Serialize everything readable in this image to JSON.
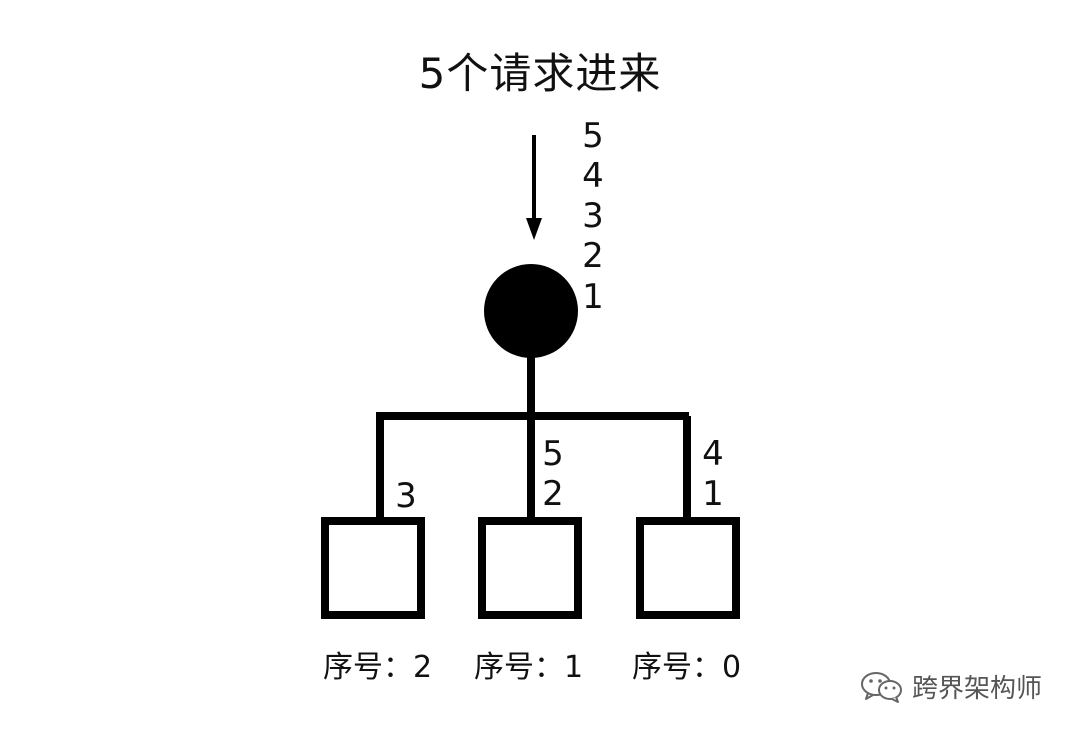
{
  "title": "5个请求进来",
  "incoming_requests": [
    "5",
    "4",
    "3",
    "2",
    "1"
  ],
  "servers": [
    {
      "label": "序号：2",
      "assigned": [
        "3"
      ]
    },
    {
      "label": "序号：1",
      "assigned": [
        "5",
        "2"
      ]
    },
    {
      "label": "序号：0",
      "assigned": [
        "4",
        "1"
      ]
    }
  ],
  "watermark": {
    "text": "跨界架构师",
    "icon": "wechat-icon"
  }
}
